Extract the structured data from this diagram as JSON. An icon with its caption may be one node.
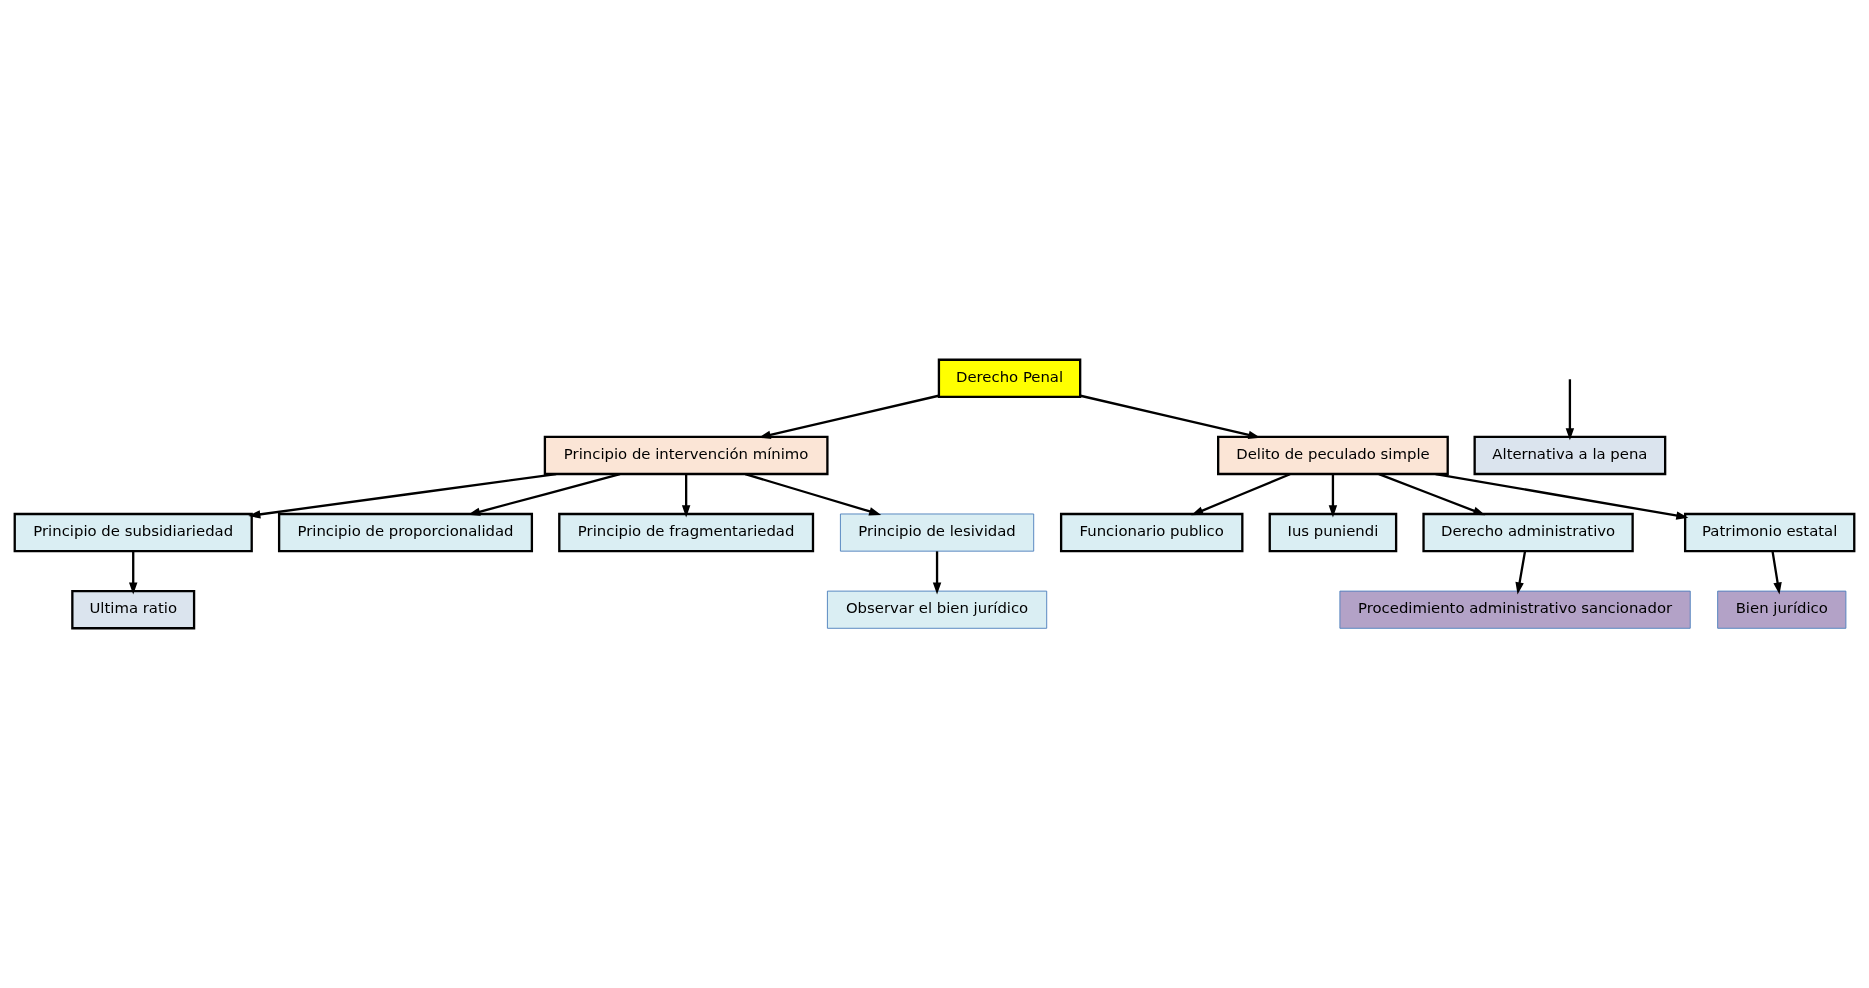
{
  "diagram": {
    "nodes": [
      {
        "text": [
          "Derecho Penal"
        ]
      },
      {
        "text": [
          "Principio de intervención mínimo"
        ]
      },
      {
        "text": [
          "Delito de peculado simple"
        ]
      },
      {
        "text": [
          "Principio de subsidiariedad"
        ]
      },
      {
        "text": [
          "Principio de proporcionalidad"
        ]
      },
      {
        "text": [
          "Principio de fragmentariedad"
        ]
      },
      {
        "text": [
          "Funcionario publico"
        ]
      },
      {
        "text": [
          "Ius puniendi"
        ]
      },
      {
        "text": [
          "Ultima ratio"
        ]
      },
      {
        "text": [
          "Principio de lesividad"
        ]
      },
      {
        "text": [
          "Alternativa a la pena"
        ]
      },
      {
        "text": [
          "Derecho administrativo"
        ]
      },
      {
        "text": [
          "Patrimonio estatal"
        ]
      },
      {
        "text": [
          "Observar el bien jurídico"
        ]
      },
      {
        "text": [
          "Procedimiento administrativo sancionador"
        ]
      },
      {
        "text": [
          "Bien jurídico"
        ]
      }
    ],
    "edges": [
      {
        "from": 0,
        "to": 1,
        "arrow": "to"
      },
      {
        "from": 0,
        "to": 2,
        "arrow": "to"
      },
      {
        "from": 1,
        "to": 3,
        "arrow": "to"
      },
      {
        "from": 1,
        "to": 9,
        "arrow": "to"
      },
      {
        "from": 1,
        "to": 4,
        "arrow": "to"
      },
      {
        "from": 1,
        "to": 5,
        "arrow": "to"
      },
      {
        "from": 3,
        "to": 8,
        "arrow": "to"
      },
      {
        "from": null,
        "to": 10,
        "arrow": "to"
      },
      {
        "from": 9,
        "to": 13,
        "arrow": "to"
      },
      {
        "from": 2,
        "to": 6,
        "arrow": "to"
      },
      {
        "from": 2,
        "to": 11,
        "arrow": "to"
      },
      {
        "from": 2,
        "to": 7,
        "arrow": "to"
      },
      {
        "from": 2,
        "to": 12,
        "arrow": "to"
      },
      {
        "from": 11,
        "to": 14,
        "arrow": "to"
      },
      {
        "from": 12,
        "to": 15,
        "arrow": "to"
      }
    ]
  }
}
